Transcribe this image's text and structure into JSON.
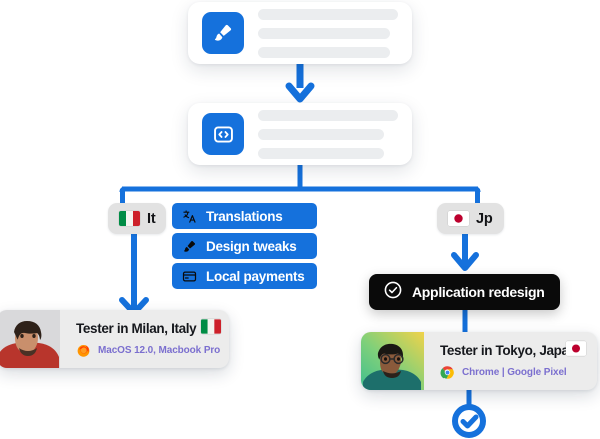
{
  "flow": {
    "cards": [
      {
        "name": "design-card",
        "icon": "paintbrush-icon",
        "lines": 3
      },
      {
        "name": "code-card",
        "icon": "code-brackets-icon",
        "lines": 3
      }
    ],
    "badges": [
      {
        "name": "badge-italy",
        "label": "It",
        "flag": "italy-flag-icon"
      },
      {
        "name": "badge-japan",
        "label": "Jp",
        "flag": "japan-flag-icon"
      }
    ],
    "chips": [
      {
        "label": "Translations",
        "icon": "translate-icon"
      },
      {
        "label": "Design tweaks",
        "icon": "paintbrush-icon"
      },
      {
        "label": "Local payments",
        "icon": "credit-card-icon"
      }
    ],
    "pill": {
      "label": "Application redesign",
      "icon": "check-circle-icon"
    },
    "testers": [
      {
        "name": "Tester in Milan, Italy",
        "device": "MacOS 12.0, Macbook Pro",
        "browser_icon": "firefox-icon",
        "flag": "italy-flag-icon"
      },
      {
        "name": "Tester in Tokyo, Japan",
        "device": "Chrome | Google Pixel",
        "browser_icon": "chrome-icon",
        "flag": "japan-flag-icon"
      }
    ],
    "end_marker": {
      "name": "check-circle-end-icon"
    }
  },
  "colors": {
    "accent_blue": "#1571dc",
    "chip_blue": "#1571dc",
    "pill_black": "#0a0a0a",
    "badge_gray": "#e2e2e2",
    "card_gray": "#ececec",
    "device_purple": "#7b6fcf",
    "line_gray": "#ebedef"
  }
}
